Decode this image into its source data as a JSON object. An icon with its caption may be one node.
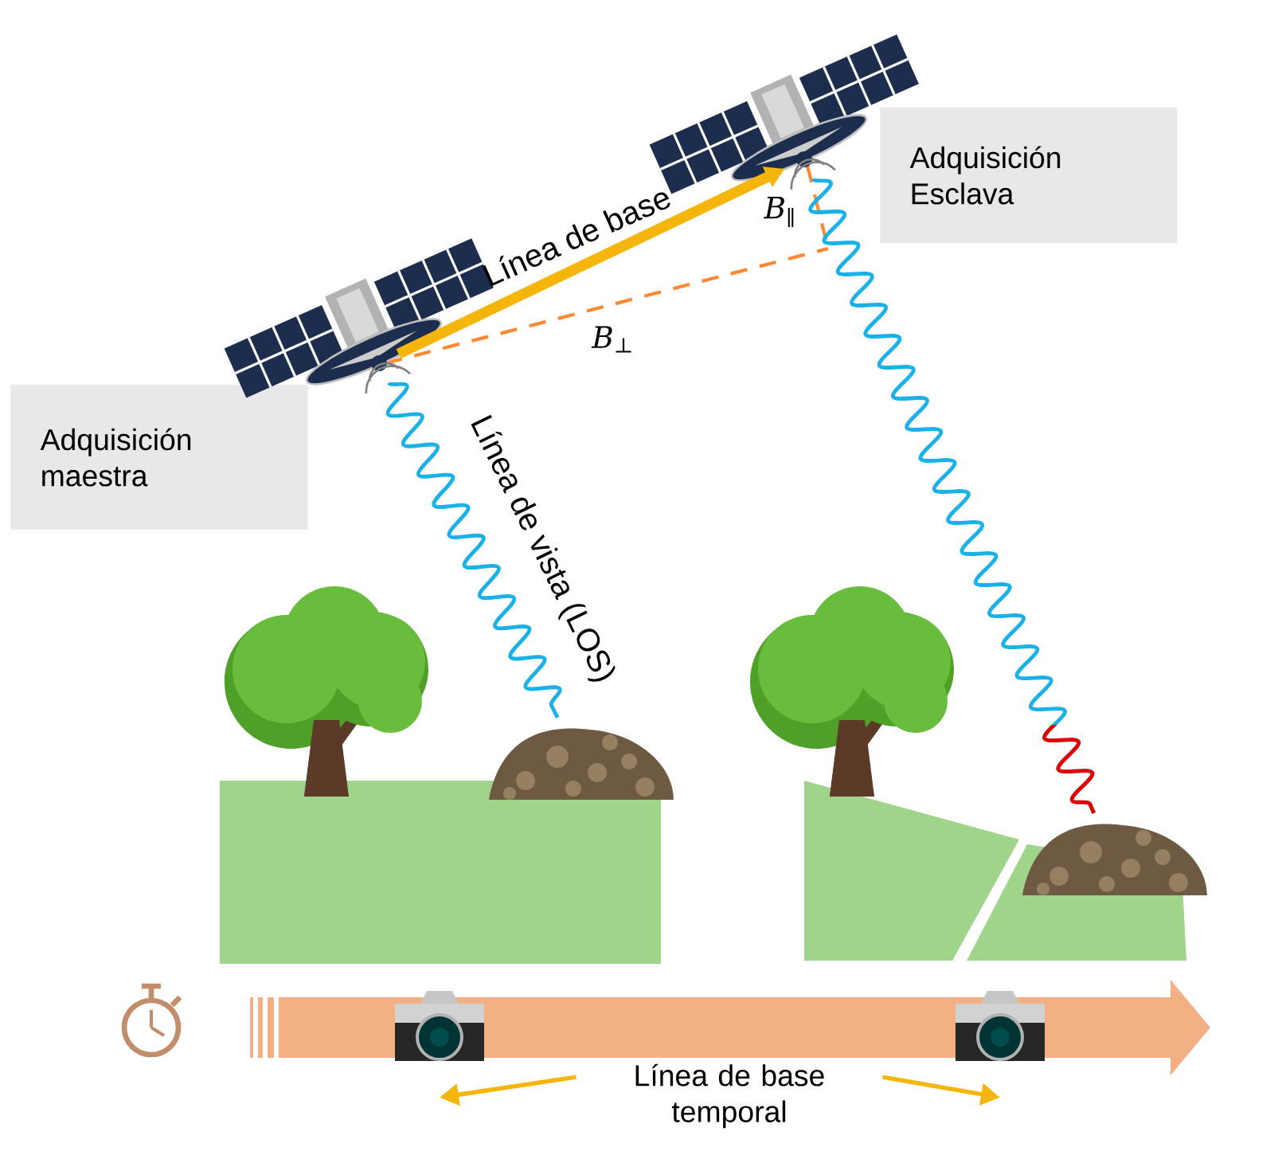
{
  "diagram": {
    "nodes": [
      {
        "text": [
          "Adquisición maestra"
        ]
      },
      {
        "text": [
          "Adquisición Esclava"
        ]
      },
      {
        "text": [],
        "shape": "picture"
      },
      {
        "text": [],
        "shape": "picture"
      },
      {
        "text": [],
        "shape": "picture"
      },
      {
        "text": [],
        "shape": "picture"
      },
      {
        "text": [],
        "shape": "picture"
      },
      {
        "text": [],
        "shape": "picture"
      },
      {
        "text": [
          "Línea de base temporal"
        ]
      }
    ],
    "edges": [
      {
        "from": 2,
        "to": 3,
        "arrow": "to",
        "label": "Línea de base",
        "style": "thick",
        "color": "#f5b50a"
      },
      {
        "from": 2,
        "to": 4,
        "arrow": "none",
        "label": "Línea de vista (LOS)",
        "color": "#1ab0e8"
      },
      {
        "from": 3,
        "to": 5,
        "arrow": "none",
        "color": "#1ab0e8"
      },
      {
        "from": 8,
        "to": 6,
        "arrow": "to",
        "color": "#f5b50a"
      },
      {
        "from": 8,
        "to": 7,
        "arrow": "to",
        "color": "#f5b50a"
      }
    ],
    "labels": [
      "B$_{∥}$",
      "B$_{⊥}$"
    ]
  }
}
